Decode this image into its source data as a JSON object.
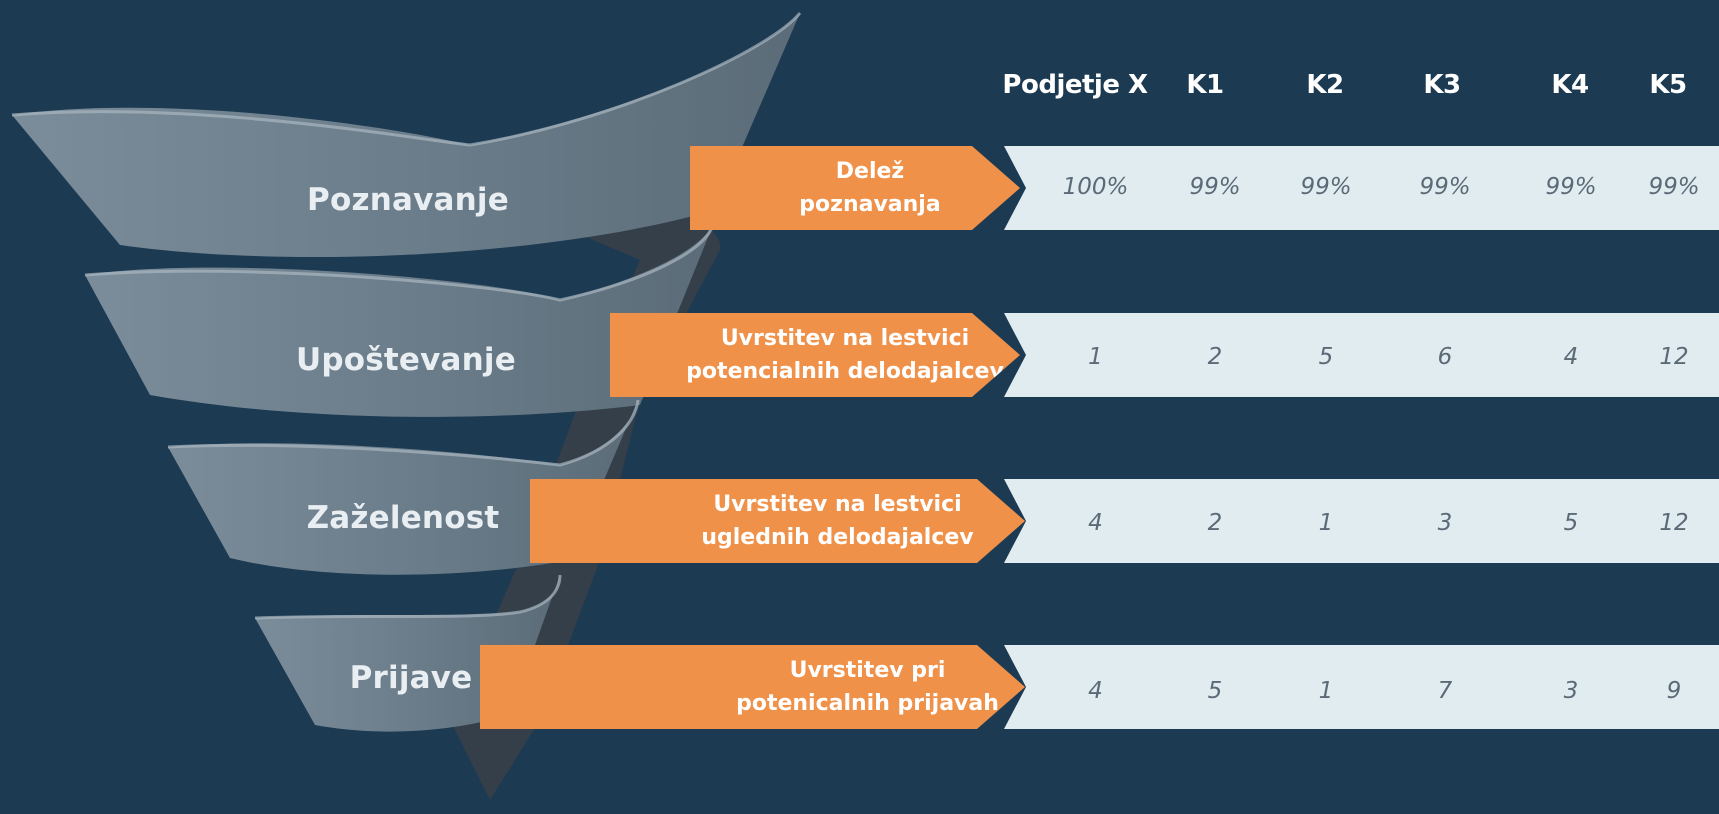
{
  "columns": [
    "Podjetje X",
    "K1",
    "K2",
    "K3",
    "K4",
    "K5"
  ],
  "stages": [
    {
      "label": "Poznavanje",
      "metric_line1": "Delež",
      "metric_line2": "poznavanja",
      "values": [
        "100%",
        "99%",
        "99%",
        "99%",
        "99%",
        "99%"
      ]
    },
    {
      "label": "Upoštevanje",
      "metric_line1": "Uvrstitev na lestvici",
      "metric_line2": "potencialnih delodajalcev",
      "values": [
        "1",
        "2",
        "5",
        "6",
        "4",
        "12"
      ]
    },
    {
      "label": "Zaželenost",
      "metric_line1": "Uvrstitev na lestvici",
      "metric_line2": "uglednih delodajalcev",
      "values": [
        "4",
        "2",
        "1",
        "3",
        "5",
        "12"
      ]
    },
    {
      "label": "Prijave",
      "metric_line1": "Uvrstitev pri",
      "metric_line2": "potenicalnih prijavah",
      "values": [
        "4",
        "5",
        "1",
        "7",
        "3",
        "9"
      ]
    }
  ],
  "colors": {
    "background": "#1c3a52",
    "funnel": "#6d7f8c",
    "funnel_inner": "#3a4652",
    "arrow": "#f0914a",
    "band": "#e1ecf1",
    "value_text": "#5a6a76"
  }
}
